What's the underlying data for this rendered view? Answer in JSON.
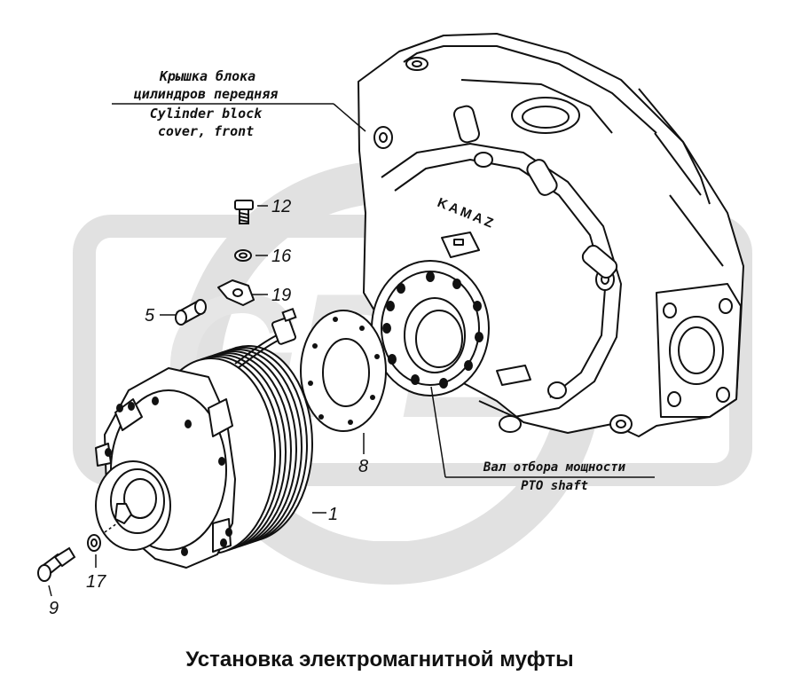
{
  "title": "Установка электромагнитной муфты",
  "labels": {
    "cover_ru_1": "Крышка блока",
    "cover_ru_2": "цилиндров передняя",
    "cover_en_1": "Cylinder block",
    "cover_en_2": "cover, front",
    "pto_ru": "Вал отбора мощности",
    "pto_en": "PTO shaft",
    "brand": "KAMAZ"
  },
  "callouts": {
    "c1": "1",
    "c5": "5",
    "c8": "8",
    "c9": "9",
    "c12": "12",
    "c16": "16",
    "c17": "17",
    "c19": "19"
  },
  "colors": {
    "line": "#111111",
    "watermark": "#d6d6d6"
  }
}
